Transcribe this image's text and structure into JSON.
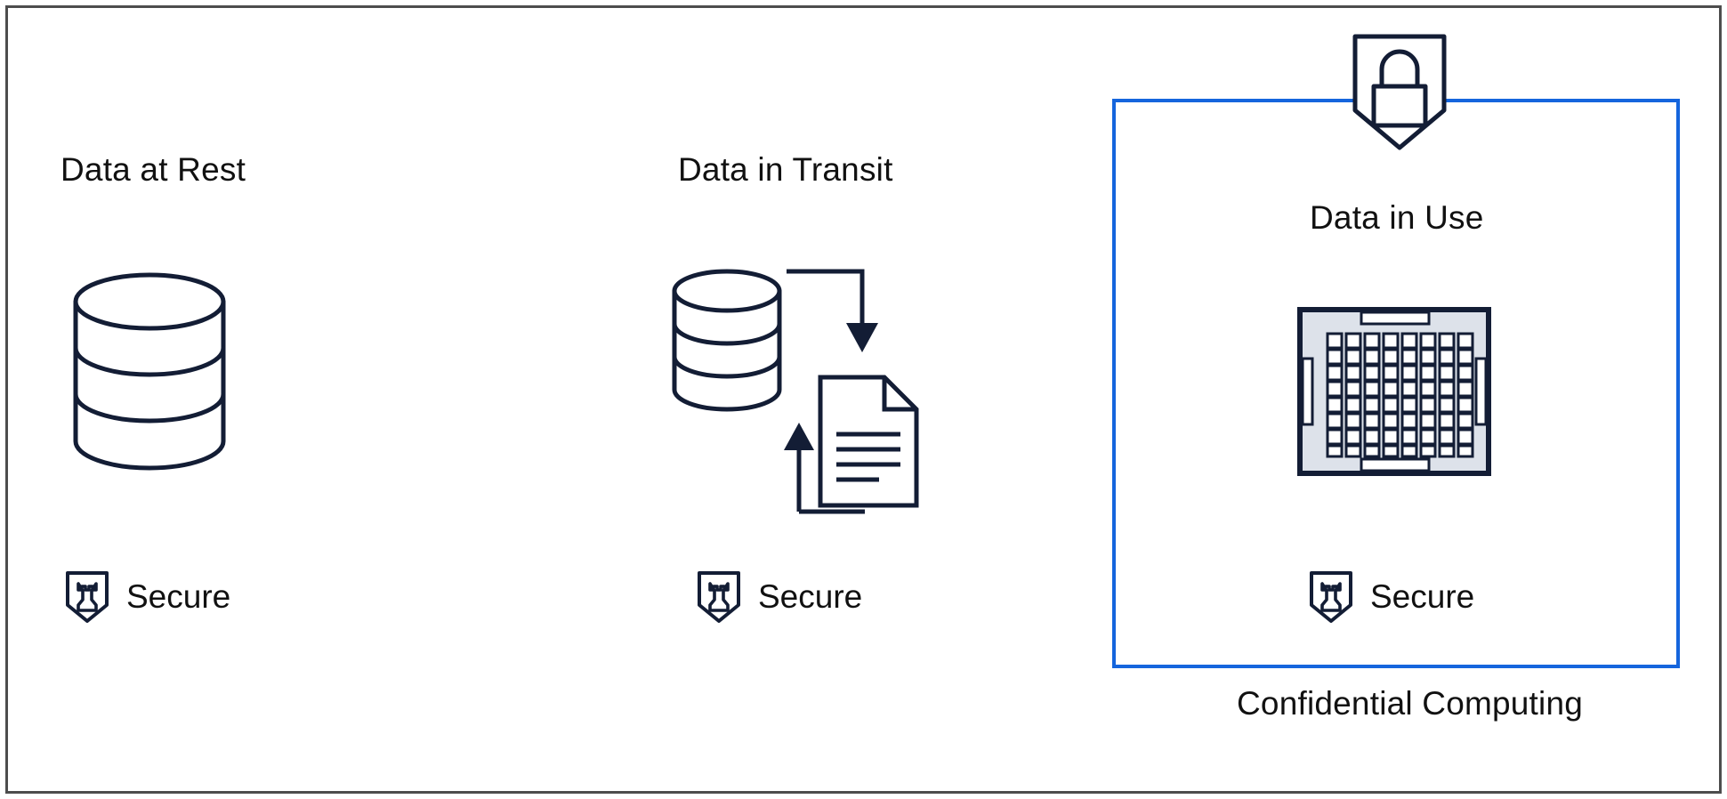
{
  "diagram": {
    "title_semantic": "data-protection-states",
    "background": "#ffffff",
    "frame_color": "#4d4d4d",
    "stroke_color": "#131d35",
    "accent_blue": "#1565dd",
    "chip_fill": "#dde2ea"
  },
  "panels": [
    {
      "id": "data-at-rest",
      "title": "Data at Rest",
      "icon": "database-cylinder-icon",
      "badge": {
        "icon": "shield-rook-icon",
        "label": "Secure"
      }
    },
    {
      "id": "data-in-transit",
      "title": "Data in Transit",
      "icons": [
        "database-cylinder-icon",
        "arrow-down-icon",
        "arrow-up-icon",
        "document-icon"
      ],
      "badge": {
        "icon": "shield-rook-icon",
        "label": "Secure"
      }
    },
    {
      "id": "data-in-use",
      "title": "Data in Use",
      "icons": [
        "shield-lock-icon",
        "cpu-chip-icon"
      ],
      "badge": {
        "icon": "shield-rook-icon",
        "label": "Secure"
      },
      "enclosure_label": "Confidential Computing",
      "enclosure_color": "#1565dd"
    }
  ],
  "labels": {
    "data_at_rest": "Data at Rest",
    "data_in_transit": "Data in Transit",
    "data_in_use": "Data in Use",
    "confidential_computing": "Confidential Computing",
    "secure": "Secure"
  }
}
